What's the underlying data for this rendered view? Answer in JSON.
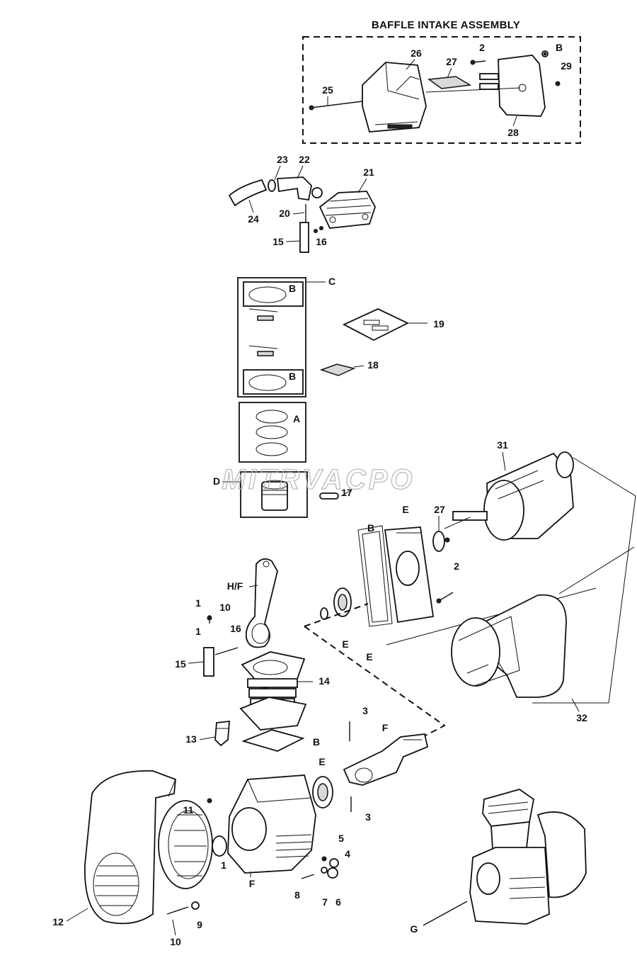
{
  "title": "BAFFLE INTAKE ASSEMBLY",
  "watermark": "MITRVACPO",
  "labels": {
    "p1": "1",
    "p1b": "1",
    "p1c": "1",
    "p2": "2",
    "p2b": "2",
    "p3": "3",
    "p3b": "3",
    "p4": "4",
    "p5": "5",
    "p6": "6",
    "p7": "7",
    "p8": "8",
    "p9": "9",
    "p10": "10",
    "p10b": "10",
    "p11": "11",
    "p12": "12",
    "p13": "13",
    "p14": "14",
    "p15": "15",
    "p15b": "15",
    "p16": "16",
    "p16b": "16",
    "p17": "17",
    "p18": "18",
    "p19": "19",
    "p20": "20",
    "p21": "21",
    "p22": "22",
    "p23": "23",
    "p24": "24",
    "p25": "25",
    "p26": "26",
    "p27": "27",
    "p27b": "27",
    "p28": "28",
    "p29": "29",
    "p31": "31",
    "p32": "32",
    "A": "A",
    "B1": "B",
    "B2": "B",
    "B3": "B",
    "B4": "B",
    "B5": "B",
    "C": "C",
    "D": "D",
    "E1": "E",
    "E2": "E",
    "E3": "E",
    "E4": "E",
    "F1": "F",
    "F2": "F",
    "G": "G",
    "HF": "H/F"
  }
}
